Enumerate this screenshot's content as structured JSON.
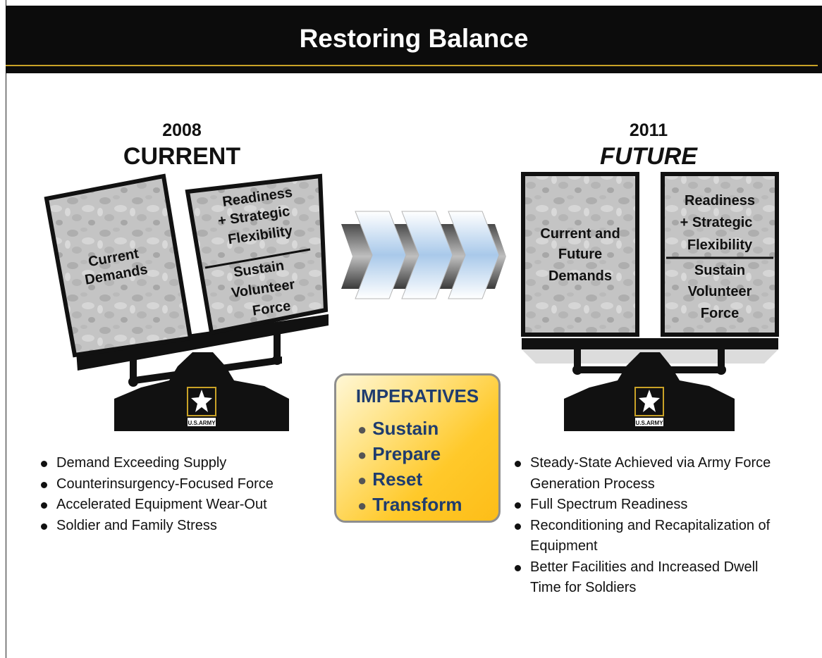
{
  "header": {
    "title": "Restoring Balance"
  },
  "current": {
    "year": "2008",
    "label": "CURRENT",
    "left_panel": [
      "Current",
      "Demands"
    ],
    "right_panel_top": [
      "Readiness",
      "+ Strategic",
      "Flexibility"
    ],
    "right_panel_bottom": [
      "Sustain",
      "Volunteer",
      "Force"
    ],
    "bullets": [
      "Demand Exceeding Supply",
      "Counterinsurgency-Focused Force",
      "Accelerated Equipment Wear-Out",
      "Soldier and Family Stress"
    ]
  },
  "future": {
    "year": "2011",
    "label": "FUTURE",
    "left_panel": [
      "Current and",
      "Future",
      "Demands"
    ],
    "right_panel_top": [
      "Readiness",
      "+ Strategic",
      "Flexibility"
    ],
    "right_panel_bottom": [
      "Sustain",
      "Volunteer",
      "Force"
    ],
    "bullets": [
      "Steady-State Achieved via Army Force Generation Process",
      "Full Spectrum Readiness",
      "Reconditioning and Recapitalization of Equipment",
      "Better Facilities and Increased Dwell Time for Soldiers"
    ]
  },
  "imperatives": {
    "title": "IMPERATIVES",
    "items": [
      "Sustain",
      "Prepare",
      "Reset",
      "Transform"
    ]
  },
  "logo_text": "U.S.ARMY",
  "colors": {
    "header_bg": "#0c0c0c",
    "header_rule": "#c9a227",
    "imperatives_text": "#1f3c6e",
    "imperatives_fill": "#fdc52a",
    "arrow_fill": "#a9c9ea"
  }
}
